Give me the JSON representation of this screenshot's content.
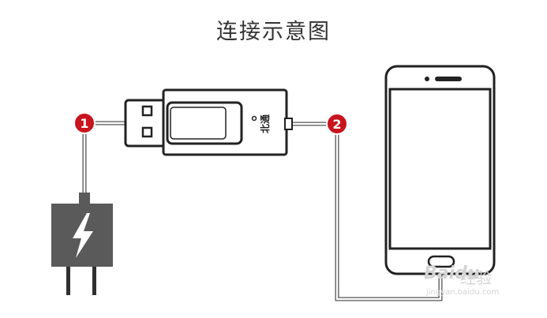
{
  "title": "连接示意图",
  "device_label": "北通",
  "markers": [
    {
      "number": "1",
      "description": "Charger to adapter USB plug"
    },
    {
      "number": "2",
      "description": "Adapter to phone"
    }
  ],
  "watermark": {
    "logo": "Baidu",
    "text": "经验",
    "url": "jingyan.baidu.com"
  },
  "colors": {
    "marker_red": "#c8141e",
    "charger_gray": "#5a5a5a",
    "cable_gray": "#bfbfbf",
    "outline": "#222222"
  }
}
